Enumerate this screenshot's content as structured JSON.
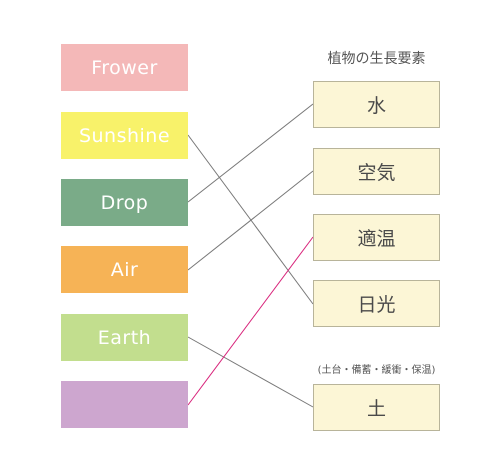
{
  "left_items": [
    {
      "label": "Frower",
      "color": "#f4b8b8"
    },
    {
      "label": "Sunshine",
      "color": "#f8f26a"
    },
    {
      "label": "Drop",
      "color": "#7aab88"
    },
    {
      "label": "Air",
      "color": "#f6b356"
    },
    {
      "label": "Earth",
      "color": "#c2de8e"
    },
    {
      "label": "",
      "color": "#cda6cf"
    }
  ],
  "right_heading": "植物の生長要素",
  "right_items": [
    {
      "label": "水"
    },
    {
      "label": "空気"
    },
    {
      "label": "適温"
    },
    {
      "label": "日光"
    },
    {
      "label": "土"
    }
  ],
  "soil_note": "(土台・備蓄・緩衝・保温)",
  "connections": [
    {
      "from": "Sunshine",
      "to": "日光",
      "color": "#777777"
    },
    {
      "from": "Drop",
      "to": "水",
      "color": "#777777"
    },
    {
      "from": "Air",
      "to": "空気",
      "color": "#777777"
    },
    {
      "from": "Earth",
      "to": "土",
      "color": "#777777"
    },
    {
      "from": "(purple box)",
      "to": "適温",
      "color": "#d8237a"
    }
  ]
}
